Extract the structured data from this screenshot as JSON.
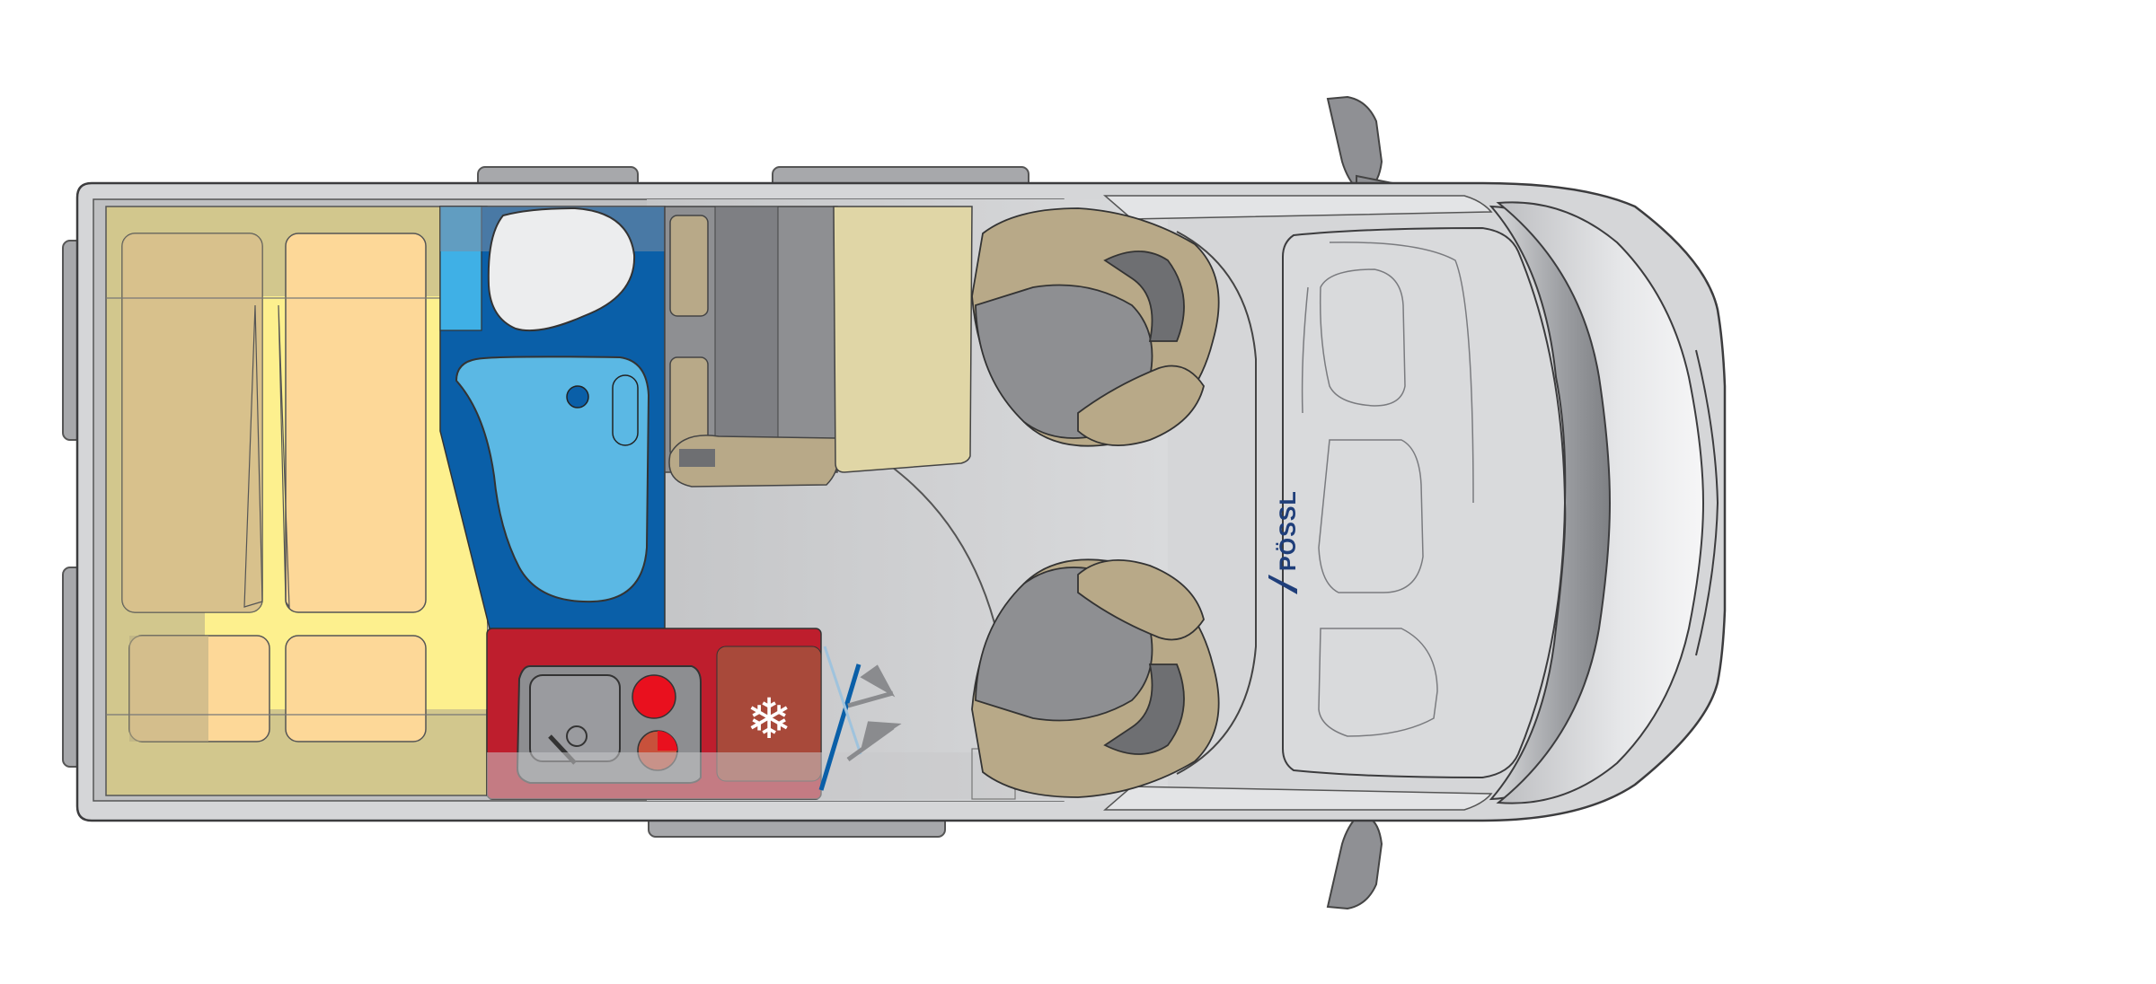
{
  "diagram": {
    "type": "camper-van-floor-plan",
    "view": "top-down",
    "brand_logo_text": "PÖSSL",
    "fridge_symbol": "❄",
    "zones": [
      {
        "id": "rear-bed",
        "color": "#FDF08E"
      },
      {
        "id": "wardrobe",
        "color": "#D2C78D"
      },
      {
        "id": "bathroom",
        "color": "#0A5FA8"
      },
      {
        "id": "shower-tray",
        "color": "#5BB8E4"
      },
      {
        "id": "kitchen",
        "color": "#BE1E2D"
      },
      {
        "id": "fridge",
        "color": "#A8493A"
      },
      {
        "id": "dinette-bench",
        "color": "#8E8E8E"
      },
      {
        "id": "table",
        "color": "#E0D6A6"
      },
      {
        "id": "cab-seats",
        "color": "#B8A988"
      },
      {
        "id": "floor",
        "color": "#C9C9CB"
      },
      {
        "id": "body",
        "color": "#D5D6D8"
      }
    ]
  }
}
